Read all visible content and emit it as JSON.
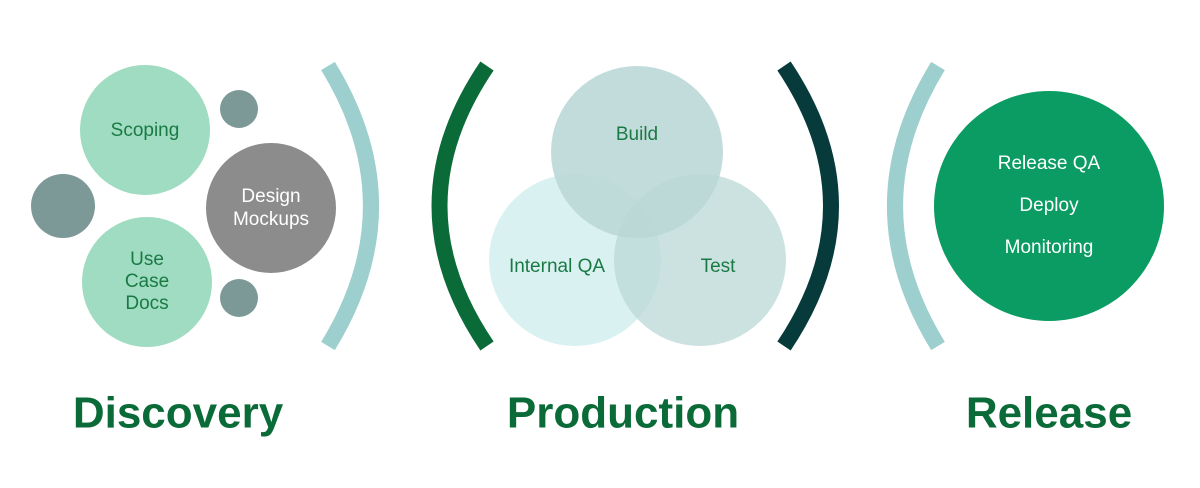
{
  "colors": {
    "mint": "#9fdcc1",
    "gray_teal": "#7d9997",
    "gray": "#8c8c8c",
    "light_teal": "#9ccfcd",
    "dark_green": "#0a6b38",
    "dark_teal": "#073a3a",
    "pale_blue": "#b9d7d6",
    "pale_cyan": "#d2eeee",
    "emerald": "#0a9c62",
    "text_green": "#1a7a44",
    "white": "#ffffff"
  },
  "discovery": {
    "title": "Discovery",
    "scoping": "Scoping",
    "design_mockups": [
      "Design",
      "Mockups"
    ],
    "use_case_docs": [
      "Use",
      "Case",
      "Docs"
    ]
  },
  "production": {
    "title": "Production",
    "build": "Build",
    "internal_qa": "Internal QA",
    "test": "Test"
  },
  "release": {
    "title": "Release",
    "items": [
      "Release QA",
      "Deploy",
      "Monitoring"
    ]
  }
}
